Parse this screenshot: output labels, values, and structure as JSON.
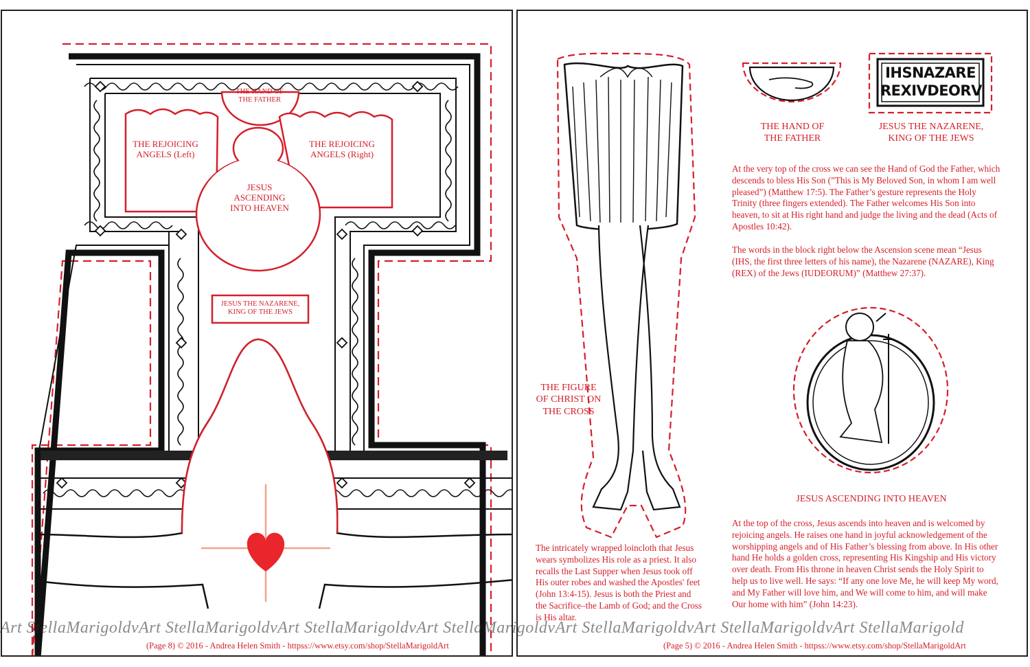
{
  "left_page": {
    "labels": {
      "hand": "THE HAND OF THE FATHER",
      "angels_left": "THE REJOICING ANGELS (Left)",
      "angels_right": "THE REJOICING ANGELS (Right)",
      "jesus_ascending": "JESUS ASCENDING INTO HEAVEN",
      "nazarene": "JESUS THE NAZARENE, KING OF THE JEWS"
    },
    "footer": "(Page 8) © 2016 - Andrea Helen Smith - httpss://www.etsy.com/shop/StellaMarigoldArt"
  },
  "right_page": {
    "inscription_line1": "IHSNAZARE",
    "inscription_line2": "REXIVDEORV",
    "labels": {
      "hand": "THE HAND OF THE FATHER",
      "nazarene": "JESUS THE NAZARENE, KING OF THE JEWS",
      "figure": "THE FIGURE OF CHRIST ON THE CROSS",
      "ascending": "JESUS ASCENDING INTO HEAVEN"
    },
    "paragraph_hand": "At the very top of the cross we can see the Hand of God the Father, which descends to bless His Son (”This is My Beloved Son, in whom I am well pleased”) (Matthew 17:5). The Father’s gesture represents the Holy Trinity (three fingers extended). The Father welcomes His Son into heaven, to sit at His right hand and judge the living and the dead (Acts of Apostles 10:42).",
    "paragraph_words": "The words in the block right below the Ascension scene mean “Jesus (IHS, the first three letters of his name), the Nazarene (NAZARE), King (REX) of the Jews (IUDEORUM)” (Matthew 27:37).",
    "paragraph_loincloth": "The intricately wrapped loincloth that Jesus wears symbolizes His role as a priest. It also recalls the Last Supper when Jesus took off His outer robes and washed the Apostles' feet (John 13:4-15). Jesus is both the Priest and the Sacrifice–the Lamb of God; and the Cross is His altar.",
    "paragraph_ascending": "At the top of the cross, Jesus ascends into heaven and is welcomed by rejoicing angels. He raises one hand in joyful acknowledgement of the worshipping angels and of His Father’s blessing from above. In His other hand He holds a golden cross, representing His Kingship and His victory over death. From His throne in heaven Christ sends the Holy Spirit to help us to live well. He says: “If any one love Me, he will keep My word, and My Father will love him, and We will come to him, and will make Our home with him” (John 14:23).",
    "footer": "(Page 5) © 2016 - Andrea Helen Smith - httpss://www.etsy.com/shop/StellaMarigoldArt"
  },
  "watermark": "Art StellaMarigoldvArt StellaMarigoldvArt StellaMarigoldvArt StellaMarigoldvArt StellaMarigoldvArt StellaMarigoldvArt StellaMarigold",
  "colors": {
    "accent_red": "#d41f2a",
    "line": "#111111",
    "heart": "#e8262b",
    "crosshair": "#f2a48a"
  }
}
